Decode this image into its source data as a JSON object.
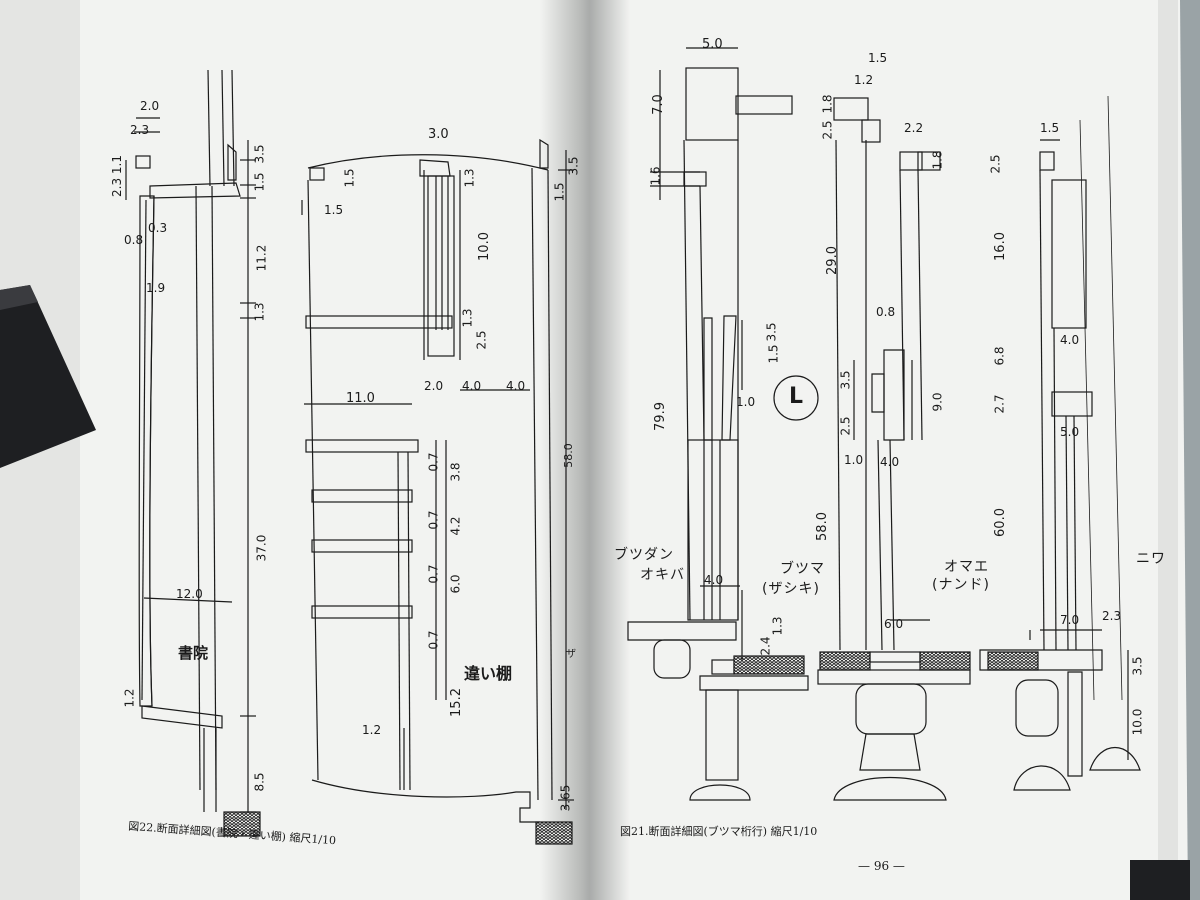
{
  "left_page": {
    "caption": "図22.断面詳細図(書院・違い棚) 縮尺1/10",
    "label_shoin": "書院",
    "label_chigaidana": "違い棚",
    "label_edge_fragment": "ザ",
    "dims": {
      "d2_0": "2.0",
      "d2_3": "2.3",
      "d2_3_1_1": "2.3 1.1",
      "d0_3": "0.3",
      "d0_8": "0.8",
      "d1_9": "1.9",
      "d3_5a": "3.5",
      "d1_5a": "1.5",
      "d11_2": "11.2",
      "d1_3a": "1.3",
      "d37_0": "37.0",
      "d12_0": "12.0",
      "d1_2a": "1.2",
      "d8_5": "8.5",
      "d3_0": "3.0",
      "d1_5b": "1.5",
      "d1_5c": "1.5",
      "d1_3b": "1.3",
      "d10_0": "10.0",
      "d1_3c": "1.3",
      "d2_5a": "2.5",
      "d2_0b": "2.0",
      "d4_0a": "4.0",
      "d4_0b": "4.0",
      "d11_0": "11.0",
      "d0_7a": "0.7",
      "d3_8": "3.8",
      "d0_7b": "0.7",
      "d4_2": "4.2",
      "d0_7c": "0.7",
      "d6_0": "6.0",
      "d0_7d": "0.7",
      "d15_2": "15.2",
      "d1_2b": "1.2",
      "d1_5d": "1.5",
      "d3_5b": "3.5",
      "d58_0a": "58.0",
      "d3_65": "3.65"
    }
  },
  "right_page": {
    "caption": "図21.断面詳細図(ブツマ桁行) 縮尺1/10",
    "page_number": "— 96 —",
    "symbol": "L",
    "rooms": {
      "butsudan": "ブツダン",
      "okiba": "オキバ",
      "butsuma": "ブツマ",
      "zashiki": "(ザシキ)",
      "omae": "オマエ",
      "nando": "(ナンド)",
      "niwa": "ニワ"
    },
    "dims": {
      "d5_0a": "5.0",
      "d7_0": "7.0",
      "d1_6": "1.6",
      "d79_9": "79.9",
      "d3_5a": "3.5",
      "d1_5a": "1.5",
      "d1_0a": "1.0",
      "d4_0a": "4.0",
      "d2_4": "2.4",
      "d1_3": "1.3",
      "d1_5b": "1.5",
      "d1_2": "1.2",
      "d1_8a": "1.8",
      "d2_5a": "2.5",
      "d29_0": "29.0",
      "d0_8": "0.8",
      "d3_5b": "3.5",
      "d2_5b": "2.5",
      "d9_0": "9.0",
      "d1_0b": "1.0",
      "d4_0b": "4.0",
      "d58_0": "58.0",
      "d6_0": "6.0",
      "d2_2": "2.2",
      "d1_8b": "1.8",
      "d1_5c": "1.5",
      "d2_5c": "2.5",
      "d16_0": "16.0",
      "d6_8": "6.8",
      "d4_0c": "4.0",
      "d2_7": "2.7",
      "d5_0b": "5.0",
      "d60_0": "60.0",
      "d7_0b": "7.0",
      "d2_3": "2.3",
      "d3_5c": "3.5",
      "d10_0": "10.0"
    }
  },
  "colors": {
    "paper": "#f2f3f1",
    "ink": "#1b1b1b",
    "shadow": "#c9cbc9",
    "eraser": "#1e1f22",
    "background": "#7d8a90"
  }
}
